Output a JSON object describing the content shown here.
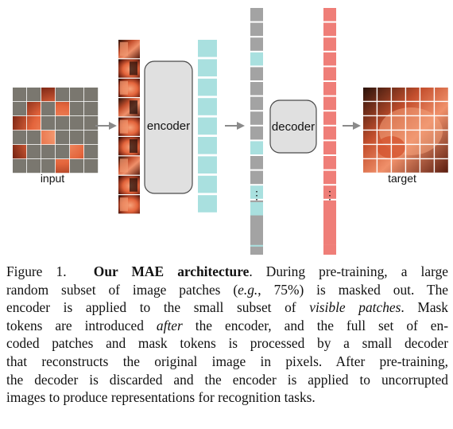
{
  "figure": {
    "input_label": "input",
    "encoder_label": "encoder",
    "decoder_label": "decoder",
    "target_label": "target",
    "ellipsis": "⋮",
    "colors": {
      "visible_token": "#a9e0df",
      "mask_token": "#a3a3a3",
      "pred_token": "#ef7e78",
      "block_fill": "#e0e0e0",
      "block_stroke": "#4a4a4a",
      "mask_patch": "#7a776f",
      "arrow": "#8a8a8a"
    }
  },
  "caption": {
    "fig_num": "Figure 1.",
    "title": "Our MAE architecture",
    "l1_rest": ". During pre-training, a large",
    "l2a": "random subset of image patches (",
    "l2_eg": "e.g.",
    "l2b": ", 75%) is masked out. The",
    "l3a": "encoder is applied to the small subset of ",
    "l3_vis": "visible patches",
    "l3b": ". Mask",
    "l4a": "tokens are introduced ",
    "l4_after": "after",
    "l4b": " the encoder, and the full set of en-",
    "l5": "coded patches and mask tokens is processed by a small decoder",
    "l6": "that reconstructs the original image in pixels. After pre-training,",
    "l7": "the decoder is discarded and the encoder is applied to uncorrupted",
    "l8": "images to produce representations for recognition tasks."
  }
}
